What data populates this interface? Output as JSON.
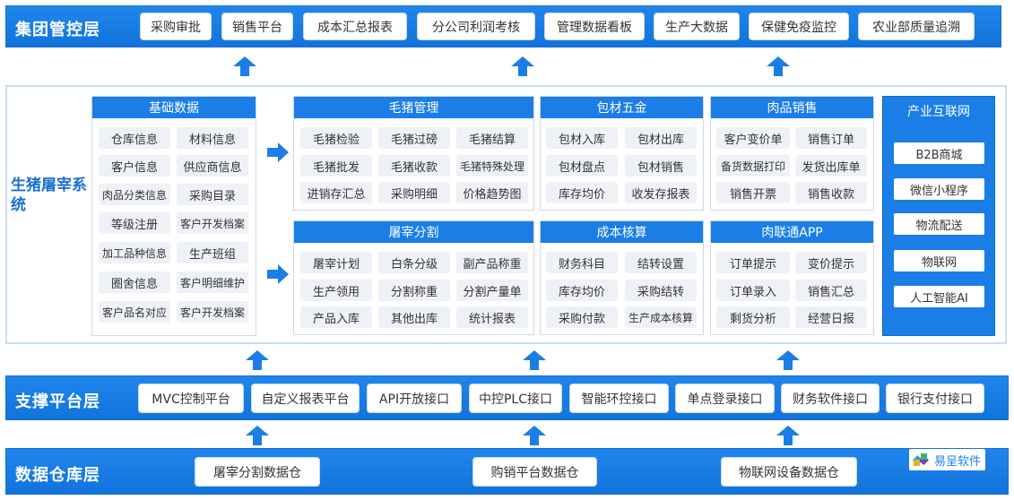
{
  "top": {
    "title": "集团管控层",
    "items": [
      "采购审批",
      "销售平台",
      "成本汇总报表",
      "分公司利润考核",
      "管理数据看板",
      "生产大数据",
      "保健免疫监控",
      "农业部质量追溯"
    ]
  },
  "middle": {
    "title": "生猪屠宰系统",
    "basic": {
      "title": "基础数据",
      "items": [
        "仓库信息",
        "材料信息",
        "客户信息",
        "供应商信息",
        "肉品分类信息",
        "采购目录",
        "等级注册",
        "客户开发档案",
        "加工品种信息",
        "生产班组",
        "圈舍信息",
        "客户明细维护",
        "客户品名对应",
        "客户开发档案"
      ]
    },
    "pig": {
      "title": "毛猪管理",
      "items": [
        "毛猪检验",
        "毛猪过磅",
        "毛猪结算",
        "毛猪批发",
        "毛猪收款",
        "毛猪特殊处理",
        "进销存汇总",
        "采购明细",
        "价格趋势图"
      ]
    },
    "packaging": {
      "title": "包材五金",
      "items": [
        "包材入库",
        "包材出库",
        "包材盘点",
        "包材销售",
        "库存均价",
        "收发存报表"
      ]
    },
    "meat_sales": {
      "title": "肉品销售",
      "items": [
        "客户变价单",
        "销售订单",
        "备货数据打印",
        "发货出库单",
        "销售开票",
        "销售收款"
      ]
    },
    "slaughter": {
      "title": "屠宰分割",
      "items": [
        "屠宰计划",
        "白条分级",
        "副产品称重",
        "生产领用",
        "分割称重",
        "分割产量单",
        "产品入库",
        "其他出库",
        "统计报表"
      ]
    },
    "cost": {
      "title": "成本核算",
      "items": [
        "财务科目",
        "结转设置",
        "库存均价",
        "采购结转",
        "采购付款",
        "生产成本核算"
      ]
    },
    "app": {
      "title": "肉联通APP",
      "items": [
        "订单提示",
        "变价提示",
        "订单录入",
        "销售汇总",
        "剩货分析",
        "经营日报"
      ]
    },
    "iot": {
      "title": "产业互联网",
      "items": [
        "B2B商城",
        "微信小程序",
        "物流配送",
        "物联网",
        "人工智能AI"
      ]
    }
  },
  "support": {
    "title": "支撑平台层",
    "items": [
      "MVC控制平台",
      "自定义报表平台",
      "API开放接口",
      "中控PLC接口",
      "智能环控接口",
      "单点登录接口",
      "财务软件接口",
      "银行支付接口"
    ]
  },
  "warehouse": {
    "title": "数据仓库层",
    "items": [
      "屠宰分割数据仓",
      "购销平台数据仓",
      "物联网设备数据仓"
    ]
  },
  "logo": {
    "text": "易呈软件"
  },
  "colors": {
    "primary": "#1a7ee6",
    "band": "#1273dc",
    "cell_bg": "#eef1f6"
  }
}
